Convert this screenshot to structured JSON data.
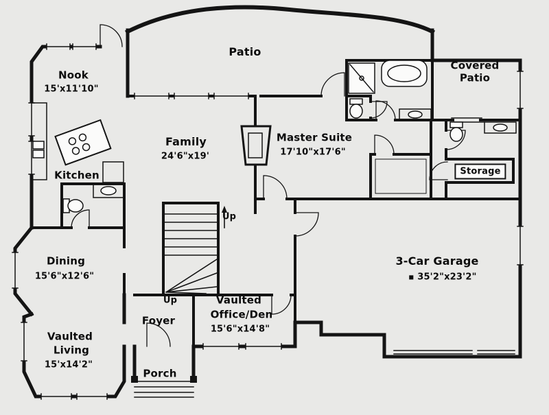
{
  "colors": {
    "background": "#e9e9e7",
    "line": "#141414",
    "fixture_fill": "#fbfbfa"
  },
  "rooms": {
    "patio": {
      "name": "Patio"
    },
    "nook": {
      "name": "Nook",
      "dims": "15'x11'10\""
    },
    "covered_patio": {
      "name_line1": "Covered",
      "name_line2": "Patio"
    },
    "family": {
      "name": "Family",
      "dims": "24'6\"x19'"
    },
    "master_suite": {
      "name": "Master Suite",
      "dims": "17'10\"x17'6\""
    },
    "storage": {
      "name": "Storage"
    },
    "kitchen": {
      "name": "Kitchen"
    },
    "dining": {
      "name": "Dining",
      "dims": "15'6\"x12'6\""
    },
    "garage": {
      "name": "3-Car Garage",
      "bullet": "■",
      "dims": "35'2\"x23'2\""
    },
    "office": {
      "name_line1": "Vaulted",
      "name_line2": "Office/Den",
      "dims": "15'6\"x14'8\""
    },
    "foyer": {
      "name": "Foyer"
    },
    "living": {
      "name_line1": "Vaulted",
      "name_line2": "Living",
      "dims": "15'x14'2\""
    },
    "porch": {
      "name": "Porch"
    }
  },
  "annotations": {
    "stairs_up_main": "Up",
    "stairs_up_lower": "Up"
  }
}
